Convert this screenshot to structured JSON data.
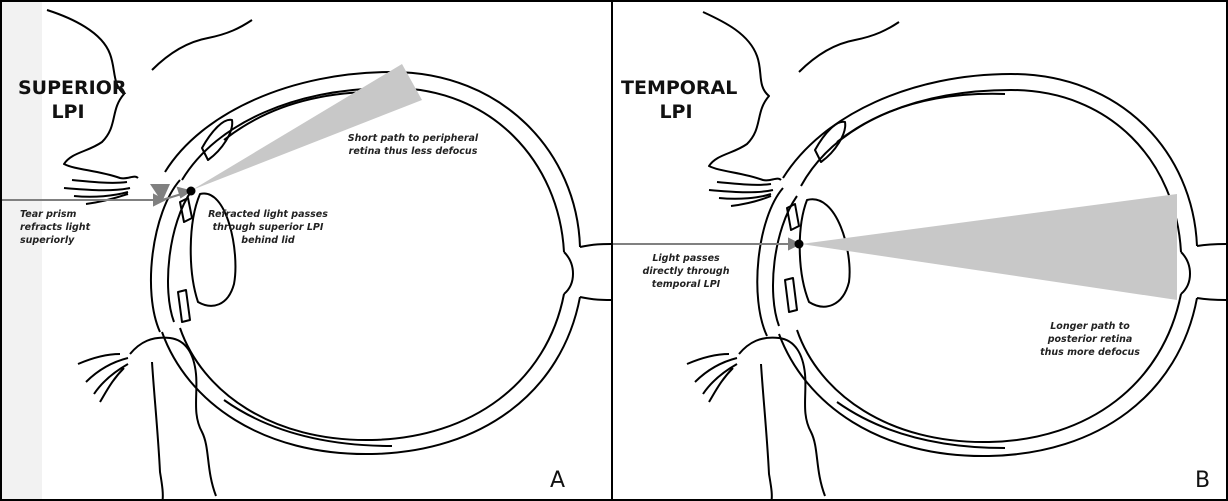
{
  "panel_a": {
    "heading_line1": "SUPERIOR",
    "heading_line2": "LPI",
    "note_tear_prism": [
      "Tear prism",
      "refracts light",
      "superiorly"
    ],
    "note_refracted": [
      "Refracted light passes",
      "through superior LPI",
      "behind lid"
    ],
    "note_short_path": [
      "Short path to peripheral",
      "retina thus less defocus"
    ],
    "letter": "A"
  },
  "panel_b": {
    "heading_line1": "TEMPORAL",
    "heading_line2": "LPI",
    "note_light_passes": [
      "Light passes",
      "directly through",
      "temporal LPI"
    ],
    "note_longer_path": [
      "Longer path to",
      "posterior retina",
      "thus more defocus"
    ],
    "letter": "B"
  },
  "colors": {
    "line": "#000000",
    "ray": "#808080",
    "light_cone": "#c8c8c8",
    "panel_border": "#000000"
  }
}
